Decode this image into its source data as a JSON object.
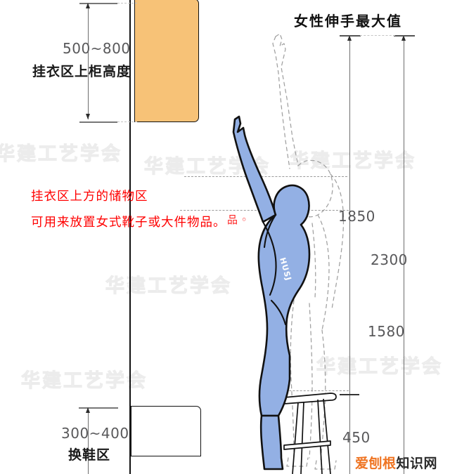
{
  "diagram": {
    "title": "女性伸手最大值",
    "colors": {
      "cabinet_fill": "#f7c277",
      "figure_fill": "#93b0e4",
      "figure_stroke": "#111111",
      "ghost_stroke": "#9a9a9a",
      "dimension_line": "#6e6e6e",
      "note_red": "#ff0000",
      "logo_orange": "#ef7422",
      "watermark": "#ececec"
    },
    "watermark_text": "华建工艺学会",
    "logo": {
      "highlight": "爱刨根",
      "rest": "知识网"
    },
    "notes": {
      "line1": "挂衣区上方的储物区",
      "line2": "可用来放置女式靴子或大件物品。"
    },
    "left_dimensions": [
      {
        "name": "upper-cabinet-height",
        "value": "500~800",
        "label": "挂衣区上柜高度"
      },
      {
        "name": "shoe-change-zone",
        "value": "300~400",
        "label": "换鞋区"
      }
    ],
    "right_dimensions": [
      {
        "name": "reach-height-standing",
        "value": "1850"
      },
      {
        "name": "overall-reach-height",
        "value": "2300"
      },
      {
        "name": "shoulder-height",
        "value": "1580"
      },
      {
        "name": "seat-height",
        "value": "450"
      }
    ],
    "units": "mm"
  }
}
